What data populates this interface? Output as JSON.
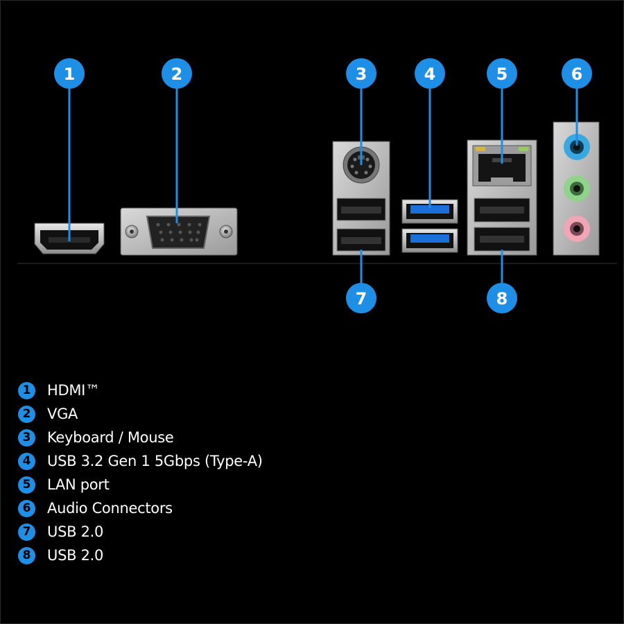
{
  "markers": {
    "m1": "1",
    "m2": "2",
    "m3": "3",
    "m4": "4",
    "m5": "5",
    "m6": "6",
    "m7": "7",
    "m8": "8"
  },
  "colors": {
    "marker": "#1e8fe6",
    "background": "#000000",
    "usb3_blue": "#1b6fd8",
    "audio_blue": "#39a8e0",
    "audio_green": "#8fd48a",
    "audio_pink": "#f0a6b4"
  },
  "legend": [
    {
      "num": "1",
      "label": "HDMI™"
    },
    {
      "num": "2",
      "label": "VGA"
    },
    {
      "num": "3",
      "label": "Keyboard / Mouse"
    },
    {
      "num": "4",
      "label": "USB 3.2 Gen 1 5Gbps (Type-A)"
    },
    {
      "num": "5",
      "label": "LAN port"
    },
    {
      "num": "6",
      "label": "Audio Connectors"
    },
    {
      "num": "7",
      "label": "USB 2.0"
    },
    {
      "num": "8",
      "label": "USB 2.0"
    }
  ]
}
